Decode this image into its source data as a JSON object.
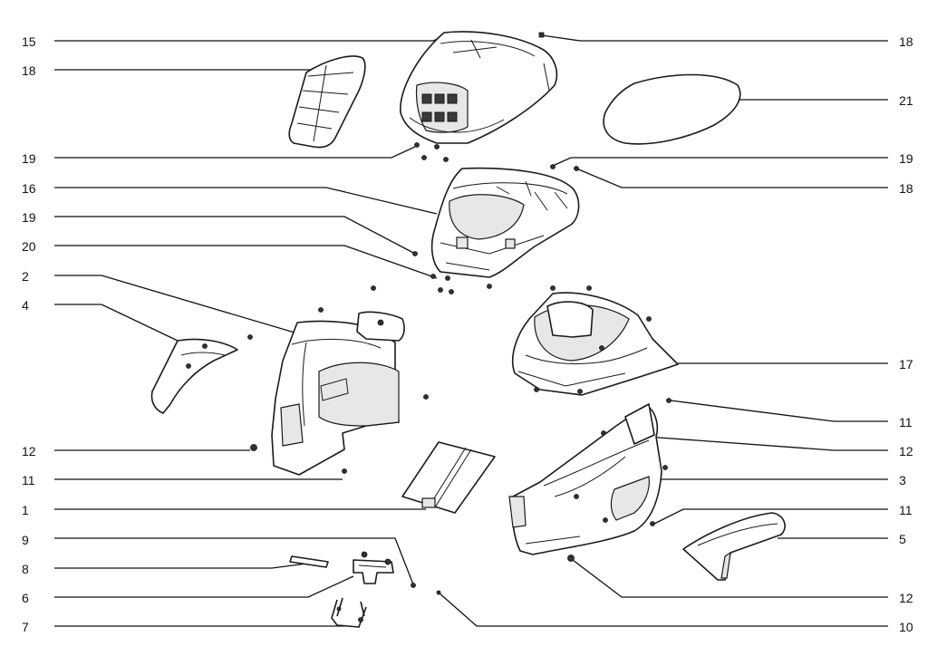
{
  "labels": {
    "l15": "15",
    "l18a": "18",
    "l19a": "19",
    "l16": "16",
    "l19b": "19",
    "l20": "20",
    "l2": "2",
    "l4": "4",
    "l12a": "12",
    "l11a": "11",
    "l1": "1",
    "l9": "9",
    "l8": "8",
    "l6": "6",
    "l7": "7",
    "r18a": "18",
    "r21": "21",
    "r19": "19",
    "r18b": "18",
    "r17": "17",
    "r11a": "11",
    "r12a": "12",
    "r3": "3",
    "r11b": "11",
    "r5": "5",
    "r12b": "12",
    "r10": "10"
  }
}
